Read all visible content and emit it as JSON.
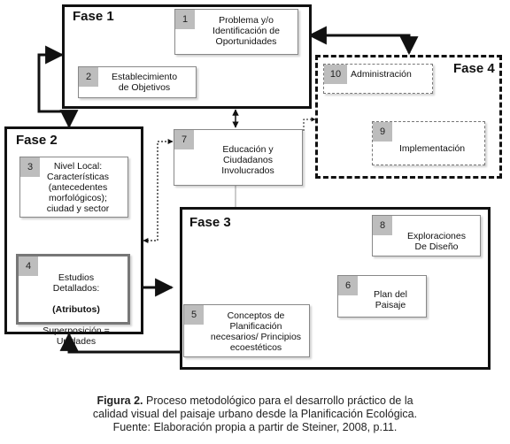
{
  "phases": {
    "fase1": "Fase 1",
    "fase2": "Fase 2",
    "fase3": "Fase 3",
    "fase4": "Fase 4"
  },
  "steps": {
    "s1": {
      "num": "1",
      "label": "Problema y/o\nIdentificación de\nOportunidades"
    },
    "s2": {
      "num": "2",
      "label": "Establecimiento\nde Objetivos"
    },
    "s3": {
      "num": "3",
      "label": "Nivel Local:\nCaracterísticas\n(antecedentes\nmorfológicos);\nciudad y sector"
    },
    "s4": {
      "num": "4",
      "label_a": "Estudios\nDetallados:",
      "label_b": "(Atributos)",
      "label_c": "Superposición =\nUnidades"
    },
    "s5": {
      "num": "5",
      "label": "Conceptos de\nPlanificación\nnecesarios/ Principios\necoestéticos"
    },
    "s6": {
      "num": "6",
      "label": "Plan del\nPaisaje"
    },
    "s7": {
      "num": "7",
      "label": "Educación y\nCiudadanos\nInvolucrados"
    },
    "s8": {
      "num": "8",
      "label": "Exploraciones\nDe Diseño"
    },
    "s9": {
      "num": "9",
      "label": "Implementación"
    },
    "s10": {
      "num": "10",
      "label": "Administración"
    }
  },
  "caption": {
    "figure_label": "Figura 2.",
    "line1_rest": " Proceso metodológico para el desarrollo práctico de la",
    "line2": "calidad visual del paisaje urbano desde la Planificación Ecológica.",
    "line3": "Fuente: Elaboración propia a partir de Steiner, 2008, p.11."
  }
}
